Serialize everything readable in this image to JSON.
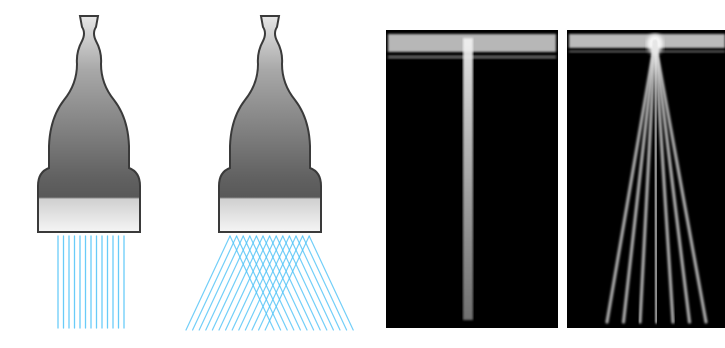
{
  "figure": {
    "illustrations": [
      {
        "name": "parallel-beam-transducer",
        "beam_pattern": "parallel",
        "beam_color": "#4fc3f7"
      },
      {
        "name": "steered-crossing-beam-transducer",
        "beam_pattern": "steered-crossing",
        "beam_color": "#4fc3f7"
      }
    ],
    "images": [
      {
        "name": "single-beam-ultrasound-image",
        "beam_pattern": "single-vertical",
        "background": "#000000"
      },
      {
        "name": "fan-beam-ultrasound-image",
        "beam_pattern": "diverging-fan",
        "background": "#000000"
      }
    ],
    "colors": {
      "probe_dark": "#5a5a5a",
      "probe_light": "#d9d9d9",
      "probe_outline": "#3a3a3a",
      "beam": "#4fc3f7",
      "echo": "#e8e8e8"
    }
  }
}
